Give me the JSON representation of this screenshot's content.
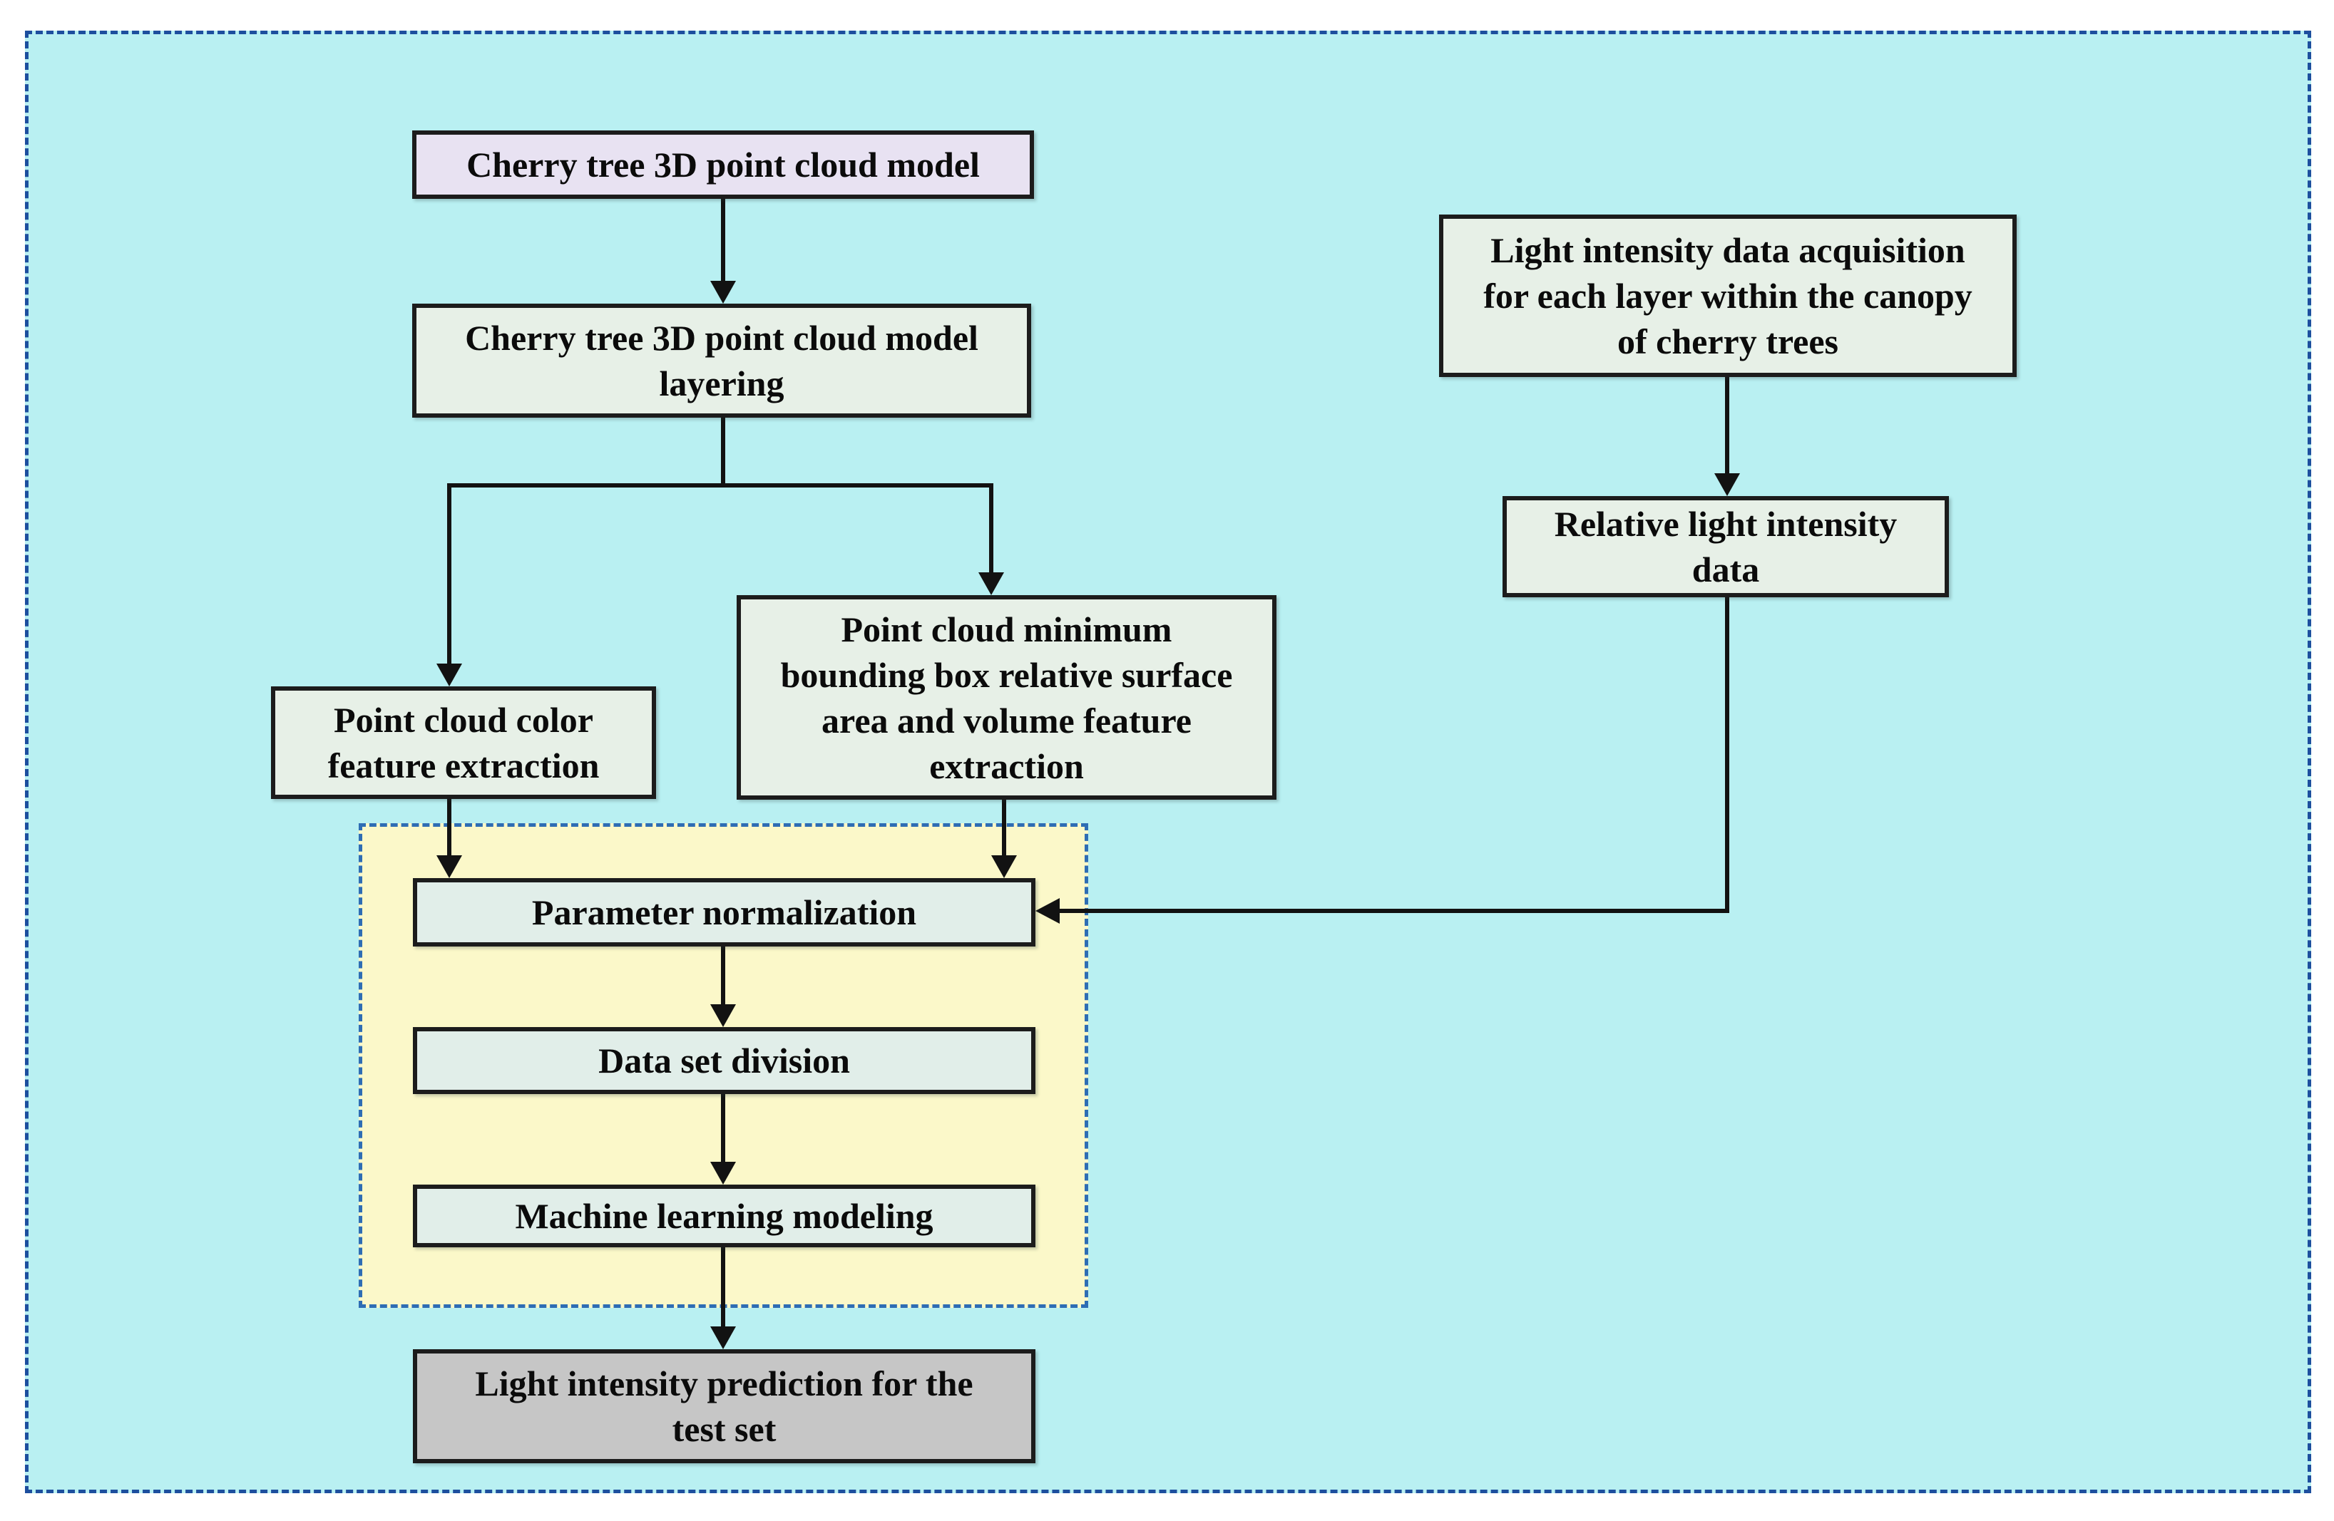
{
  "diagram": {
    "colors": {
      "canvas_background": "#b9f0f2",
      "outer_dashed_border": "#1d4f9e",
      "ml_group_fill": "#fbf8c9",
      "ml_group_dashed_border": "#2e6db4",
      "node_border": "#1c1c1c",
      "arrow": "#121212",
      "model_fill": "#e8e2f2",
      "process_fill": "#e7f0e7",
      "ml_step_fill": "#e1eee9",
      "result_fill": "#c6c6c6"
    },
    "nodes": {
      "model": {
        "label": "Cherry tree 3D point cloud model",
        "fill": "#e8e2f2"
      },
      "layering": {
        "label": "Cherry tree 3D point cloud model\nlayering",
        "fill": "#e7f0e7"
      },
      "color_feature": {
        "label": "Point cloud color\nfeature extraction",
        "fill": "#e7f0e7"
      },
      "bounding_feature": {
        "label": "Point cloud minimum\nbounding box relative surface\narea and volume feature\nextraction",
        "fill": "#e7f0e7"
      },
      "light_acquisition": {
        "label": "Light intensity data acquisition\nfor each layer within the canopy\nof cherry trees",
        "fill": "#e7f0e7"
      },
      "relative_light": {
        "label": "Relative light intensity\ndata",
        "fill": "#e7f0e7"
      },
      "parameter_normalization": {
        "label": "Parameter normalization",
        "fill": "#e1eee9"
      },
      "dataset_division": {
        "label": "Data set division",
        "fill": "#e1eee9"
      },
      "ml_modeling": {
        "label": "Machine learning modeling",
        "fill": "#e1eee9"
      },
      "prediction": {
        "label": "Light intensity prediction for the\ntest set",
        "fill": "#c6c6c6"
      }
    }
  }
}
